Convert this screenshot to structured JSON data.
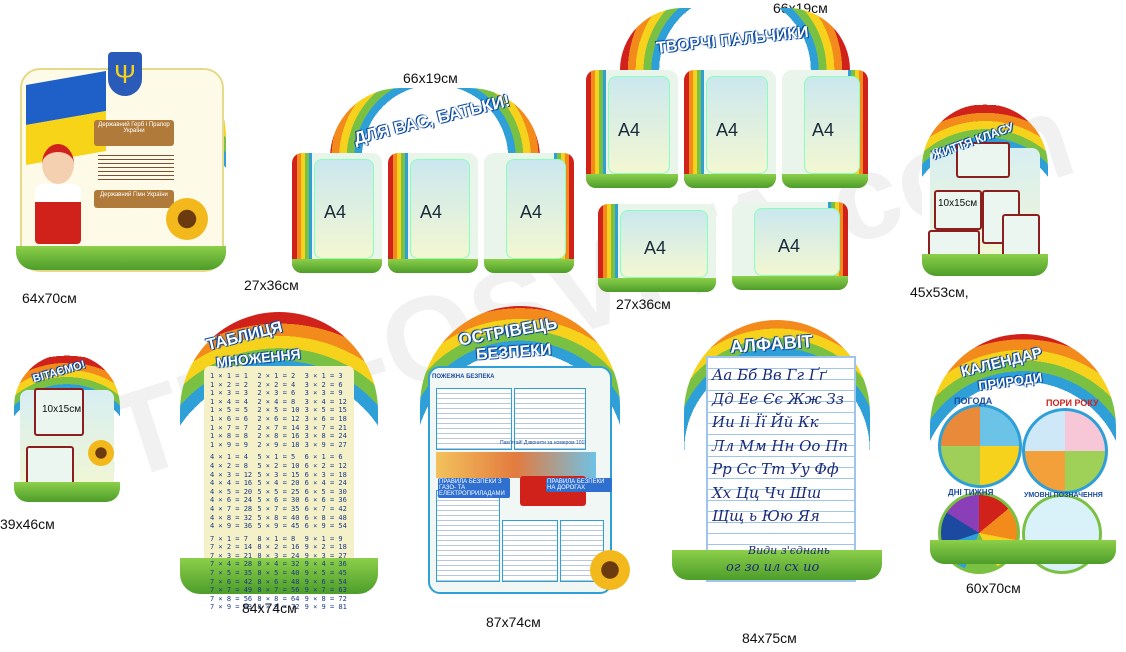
{
  "watermark": "STUD-OSVITA.com",
  "sizes": {
    "coat": "64х70см",
    "parents_arch": "66х19см",
    "fingers_arch": "66х19см",
    "parents_pockets": "27х36см",
    "fingers_pockets": "27х36см",
    "class_life": "45х53см,",
    "welcome": "39х46см",
    "multiplication": "84х74см",
    "safety": "87х74см",
    "alphabet": "84х75см",
    "calendar": "60х70см"
  },
  "pocket_label": "А4",
  "small_pocket_label": "10х15см",
  "titles": {
    "parents": "ДЛЯ ВАС, БАТЬКИ!",
    "fingers": "ТВОРЧІ ПАЛЬЧИКИ",
    "class_life": "ЖИТТЯ КЛАСУ",
    "welcome": "ВІТАЄМО!",
    "multiplication_1": "ТАБЛИЦЯ",
    "multiplication_2": "МНОЖЕННЯ",
    "safety_1": "ОСТРІВЕЦЬ",
    "safety_2": "БЕЗПЕКИ",
    "alphabet": "АЛФАВІТ",
    "calendar_1": "КАЛЕНДАР",
    "calendar_2": "ПРИРОДИ"
  },
  "coat": {
    "plaque_1": "Державний Герб і Прапор України",
    "plaque_2": "Державний Гімн України"
  },
  "safety": {
    "fire": "ПОЖЕЖНА БЕЗПЕКА",
    "electric": "ПРАВИЛА БЕЗПЕКИ З ГАЗО- ТА ЕЛЕКТРОПРИЛАДАМИ",
    "roads": "ПРАВИЛА БЕЗПЕКИ НА ДОРОГАХ",
    "phone": "Пам'ятай! Дзвонити за номером 101!"
  },
  "calendar": {
    "weather": "ПОГОДА",
    "seasons": "ПОРИ РОКУ",
    "week": "ДНІ ТИЖНЯ",
    "symbols": "УМОВНІ ПОЗНАЧЕННЯ"
  },
  "alphabet": {
    "rows": [
      "Аа  Бб  Вв  Гг  Ґґ",
      "Дд  Ее  Єє  Жж  Зз",
      "Ии  Іі  Її  Йй  Кк",
      "Лл  Мм  Нн  Оо  Пп",
      "Рр  Сс  Тт  Уу  Фф",
      "Хх  Цц  Чч  Шш",
      "Щщ  ь  Юю  Яя"
    ],
    "joins_label": "Види з'єднань",
    "joins": "ог  зо  ил  сх  ио"
  },
  "multiplication": {
    "blocks": [
      "1 × 1 = 1\n1 × 2 = 2\n1 × 3 = 3\n1 × 4 = 4\n1 × 5 = 5\n1 × 6 = 6\n1 × 7 = 7\n1 × 8 = 8\n1 × 9 = 9",
      "2 × 1 = 2\n2 × 2 = 4\n2 × 3 = 6\n2 × 4 = 8\n2 × 5 = 10\n2 × 6 = 12\n2 × 7 = 14\n2 × 8 = 16\n2 × 9 = 18",
      "3 × 1 = 3\n3 × 2 = 6\n3 × 3 = 9\n3 × 4 = 12\n3 × 5 = 15\n3 × 6 = 18\n3 × 7 = 21\n3 × 8 = 24\n3 × 9 = 27",
      "4 × 1 = 4\n4 × 2 = 8\n4 × 3 = 12\n4 × 4 = 16\n4 × 5 = 20\n4 × 6 = 24\n4 × 7 = 28\n4 × 8 = 32\n4 × 9 = 36",
      "5 × 1 = 5\n5 × 2 = 10\n5 × 3 = 15\n5 × 4 = 20\n5 × 5 = 25\n5 × 6 = 30\n5 × 7 = 35\n5 × 8 = 40\n5 × 9 = 45",
      "6 × 1 = 6\n6 × 2 = 12\n6 × 3 = 18\n6 × 4 = 24\n6 × 5 = 30\n6 × 6 = 36\n6 × 7 = 42\n6 × 8 = 48\n6 × 9 = 54",
      "7 × 1 = 7\n7 × 2 = 14\n7 × 3 = 21\n7 × 4 = 28\n7 × 5 = 35\n7 × 6 = 42\n7 × 7 = 49\n7 × 8 = 56\n7 × 9 = 63",
      "8 × 1 = 8\n8 × 2 = 16\n8 × 3 = 24\n8 × 4 = 32\n8 × 5 = 40\n8 × 6 = 48\n8 × 7 = 56\n8 × 8 = 64\n8 × 9 = 72",
      "9 × 1 = 9\n9 × 2 = 18\n9 × 3 = 27\n9 × 4 = 36\n9 × 5 = 45\n9 × 6 = 54\n9 × 7 = 63\n9 × 8 = 72\n9 × 9 = 81"
    ]
  }
}
